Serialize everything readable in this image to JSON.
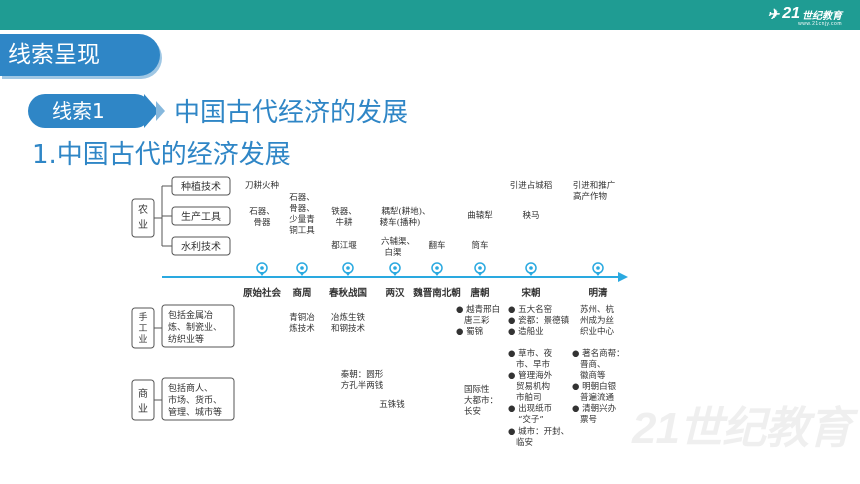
{
  "header": {
    "logo_number": "21",
    "logo_text": "世纪教育",
    "logo_sub": "www.21cnjy.com"
  },
  "section_tag": "线索呈现",
  "clue": {
    "label": "线索1",
    "title": "中国古代经济的发展"
  },
  "subtitle": "1.中国古代的经济发展",
  "agriculture": {
    "category": "农业",
    "items": [
      "种植技术",
      "生产工具",
      "水利技术"
    ]
  },
  "handicraft": {
    "category": "手工业",
    "desc": "包括金属冶炼、制瓷业、纺织业等"
  },
  "commerce": {
    "category": "商业",
    "desc": "包括商人、市场、货币、管理、城市等"
  },
  "timeline": [
    "原始社会",
    "商周",
    "春秋战国",
    "两汉",
    "魏晋南北朝",
    "唐朝",
    "宋朝",
    "明清"
  ],
  "notes": {
    "primitive_plant": "刀耕火种",
    "primitive_tool": "石器、骨器",
    "shang_tool": "石器、骨器、少量青铜工具",
    "chunqiu_tool": "铁器、牛耕",
    "chunqiu_water": "都江堰",
    "han_tool": "耦犁(耕地)、耧车(播种)",
    "han_water": "六辅渠、白渠",
    "wei_water": "翻车",
    "tang_tool": "曲辕犁",
    "tang_water": "筒车",
    "song_plant": "引进占城稻",
    "song_tool": "秧马",
    "ming_plant": "引进和推广高产作物",
    "shang_craft": "青铜冶炼技术",
    "chunqiu_craft": "冶炼生铁和钢技术",
    "tang_craft": "越青邢白唐三彩",
    "tang_craft2": "蜀锦",
    "song_craft": "五大名窑",
    "song_craft2": "瓷都：景德镇",
    "song_craft3": "造船业",
    "ming_craft": "苏州、杭州成为丝织业中心",
    "qin_comm": "秦朝：圆形方孔半两钱",
    "han_comm": "五铢钱",
    "tang_comm": "国际性大都市：长安",
    "song_comm": [
      "草市、夜市、早市",
      "管理海外贸易机构市舶司",
      "出现纸币“交子”",
      "城市：开封、临安"
    ],
    "ming_comm": [
      "著名商帮：晋商、徽商等",
      "明朝白银普遍流通",
      "清朝兴办票号"
    ]
  }
}
